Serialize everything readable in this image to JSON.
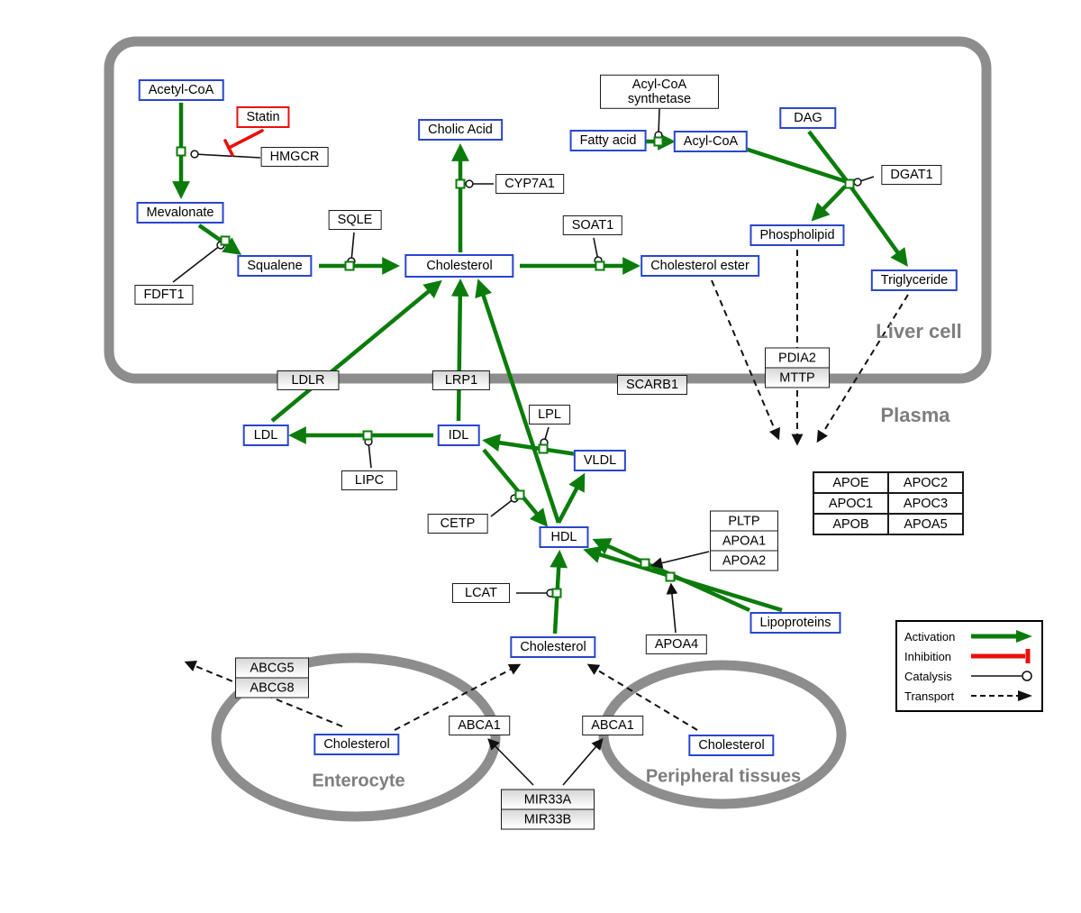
{
  "compartments": {
    "liver": "Liver cell",
    "plasma": "Plasma",
    "enterocyte": "Enterocyte",
    "peripheral": "Peripheral tissues"
  },
  "legend": {
    "activation": "Activation",
    "inhibition": "Inhibition",
    "catalysis": "Catalysis",
    "transport": "Transport"
  },
  "colors": {
    "activation_green": "#0b7c0b",
    "inhibition_red": "#e8100c",
    "metabolite_border_blue": "#2946cc",
    "membrane_gray": "#8d8d8d"
  },
  "nodes": {
    "acetyl_coa": "Acetyl-CoA",
    "statin": "Statin",
    "hmgcr": "HMGCR",
    "mevalonate": "Mevalonate",
    "fdft1": "FDFT1",
    "squalene": "Squalene",
    "sqle": "SQLE",
    "cholic_acid": "Cholic Acid",
    "cyp7a1": "CYP7A1",
    "cholesterol_liver": "Cholesterol",
    "soat1": "SOAT1",
    "cholesterol_ester": "Cholesterol ester",
    "acyl_coa_synthetase": "Acyl-CoA synthetase",
    "fatty_acid": "Fatty acid",
    "acyl_coa": "Acyl-CoA",
    "dag": "DAG",
    "dgat1": "DGAT1",
    "phospholipid": "Phospholipid",
    "triglyceride": "Triglyceride",
    "pdia2": "PDIA2",
    "mttp": "MTTP",
    "ldlr": "LDLR",
    "lrp1": "LRP1",
    "scarb1": "SCARB1",
    "ldl": "LDL",
    "idl": "IDL",
    "lpl": "LPL",
    "vldl": "VLDL",
    "lipc": "LIPC",
    "cetp": "CETP",
    "hdl": "HDL",
    "pltp": "PLTP",
    "apoa1": "APOA1",
    "apoa2": "APOA2",
    "apoe": "APOE",
    "apoc2": "APOC2",
    "apoc1": "APOC1",
    "apoc3": "APOC3",
    "apob": "APOB",
    "apoa5": "APOA5",
    "lcat": "LCAT",
    "apoa4": "APOA4",
    "lipoproteins": "Lipoproteins",
    "cholesterol_plasma": "Cholesterol",
    "abcg5": "ABCG5",
    "abcg8": "ABCG8",
    "cholesterol_enterocyte": "Cholesterol",
    "abca1_enterocyte": "ABCA1",
    "abca1_peripheral": "ABCA1",
    "cholesterol_peripheral": "Cholesterol",
    "mir33a": "MIR33A",
    "mir33b": "MIR33B"
  }
}
